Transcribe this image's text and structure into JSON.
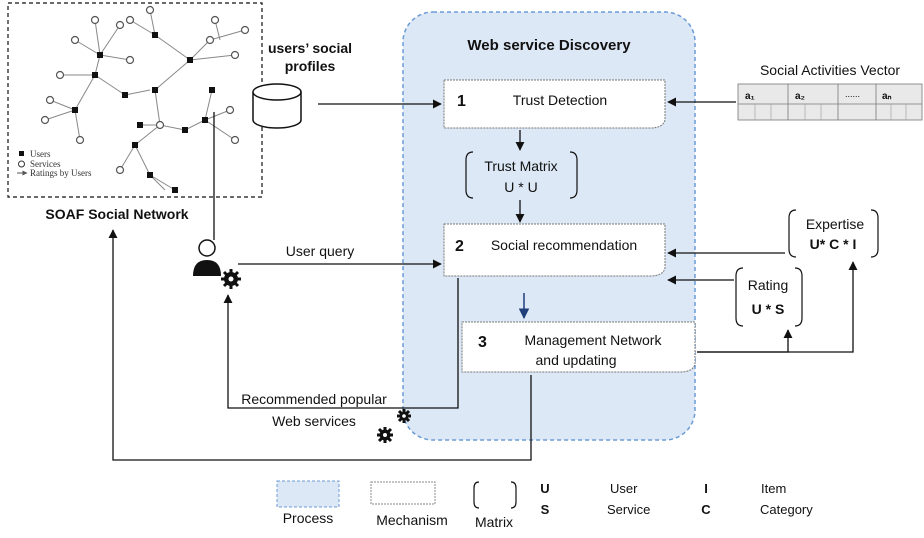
{
  "process_title": "Web service Discovery",
  "network": {
    "caption": "SOAF Social Network",
    "legend": [
      "Users",
      "Services",
      "Ratings by Users"
    ]
  },
  "profiles_label": [
    "users’ social",
    "profiles"
  ],
  "activities": {
    "title": "Social Activities Vector",
    "cells": [
      "a₁",
      "a₂",
      "......",
      "aₙ"
    ]
  },
  "steps": [
    {
      "num": "1",
      "label": "Trust Detection"
    },
    {
      "num": "2",
      "label": "Social recommendation"
    },
    {
      "num": "3",
      "label": [
        "Management Network",
        "and updating"
      ]
    }
  ],
  "matrices": {
    "trust": {
      "title": "Trust Matrix",
      "formula": "U * U"
    },
    "expertise": {
      "title": "Expertise",
      "formula": "U* C * I"
    },
    "rating": {
      "title": "Rating",
      "formula": "U * S"
    }
  },
  "user_query": "User query",
  "recommended": [
    "Recommended popular",
    "Web services"
  ],
  "legend": {
    "process": "Process",
    "mechanism": "Mechanism",
    "matrix": "Matrix",
    "abbrev": [
      {
        "code": "U",
        "name": "User"
      },
      {
        "code": "S",
        "name": "Service"
      },
      {
        "code": "I",
        "name": "Item"
      },
      {
        "code": "C",
        "name": "Category"
      }
    ]
  },
  "colors": {
    "process_fill": "#dce8f6",
    "process_stroke": "#6b9bd6"
  }
}
